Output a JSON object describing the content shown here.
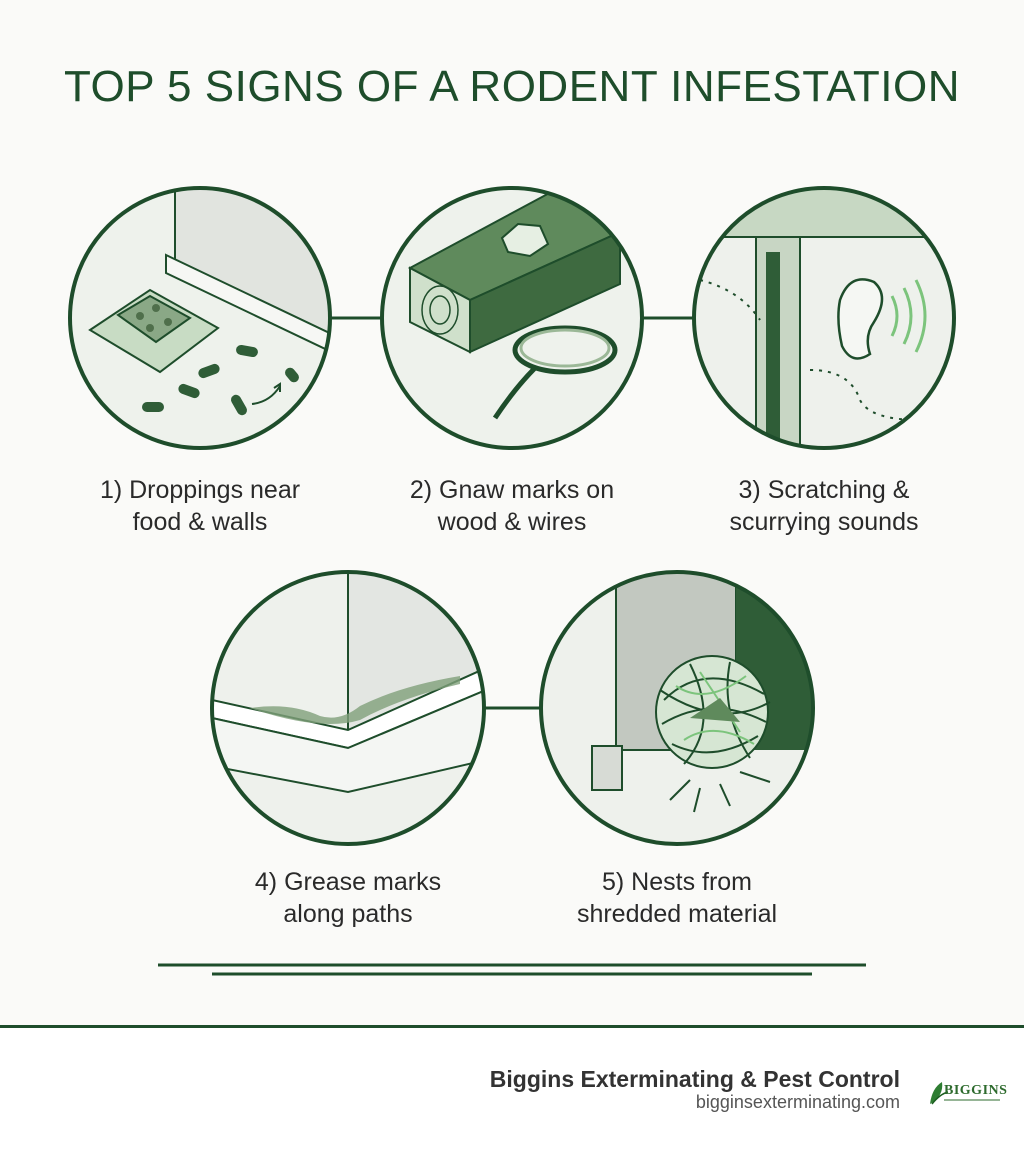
{
  "title": "TOP 5 SIGNS OF A RODENT INFESTATION",
  "signs": [
    {
      "line1": "1) Droppings near",
      "line2": "food & walls",
      "icon": "droppings-icon"
    },
    {
      "line1": "2) Gnaw marks on",
      "line2": "wood & wires",
      "icon": "gnaw-marks-icon"
    },
    {
      "line1": "3) Scratching &",
      "line2": "scurrying sounds",
      "icon": "scratching-sounds-icon"
    },
    {
      "line1": "4) Grease marks",
      "line2": "along paths",
      "icon": "grease-marks-icon"
    },
    {
      "line1": "5) Nests from",
      "line2": "shredded material",
      "icon": "nest-icon"
    }
  ],
  "footer": {
    "company": "Biggins Exterminating & Pest Control",
    "website": "bigginsexterminating.com",
    "logo_text": "BIGGINS"
  },
  "colors": {
    "primary": "#1e4d2b",
    "light_green": "#d6e6d3",
    "accent_green": "#7cc47c"
  }
}
